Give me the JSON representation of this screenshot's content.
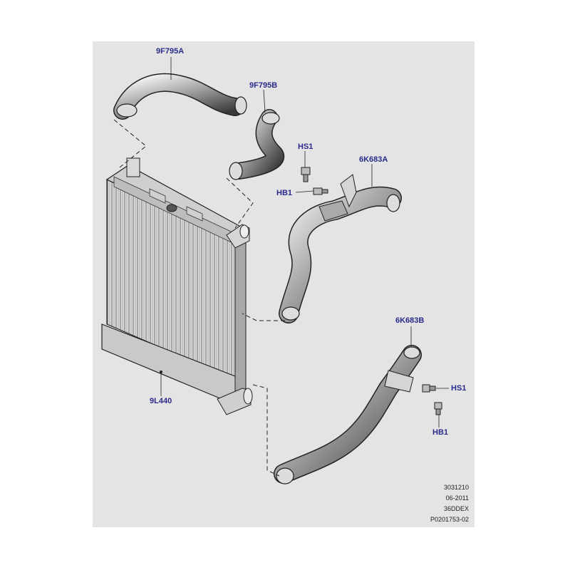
{
  "callouts": {
    "hose_9f795a": "9F795A",
    "hose_9f795b": "9F795B",
    "bolt_hs1_top": "HS1",
    "hose_6k683a": "6K683A",
    "bolt_hb1_top": "HB1",
    "hose_6k683b": "6K683B",
    "bolt_hs1_bottom": "HS1",
    "bolt_hb1_bottom": "HB1",
    "intercooler_9l440": "9L440"
  },
  "meta": {
    "ref_number": "3031210",
    "date": "06-2011",
    "code": "36DDEX",
    "illustration_id": "P0201753-02"
  },
  "colors": {
    "background": "#e4e4e4",
    "callout_text": "#2a2a8c",
    "line": "#222222"
  }
}
